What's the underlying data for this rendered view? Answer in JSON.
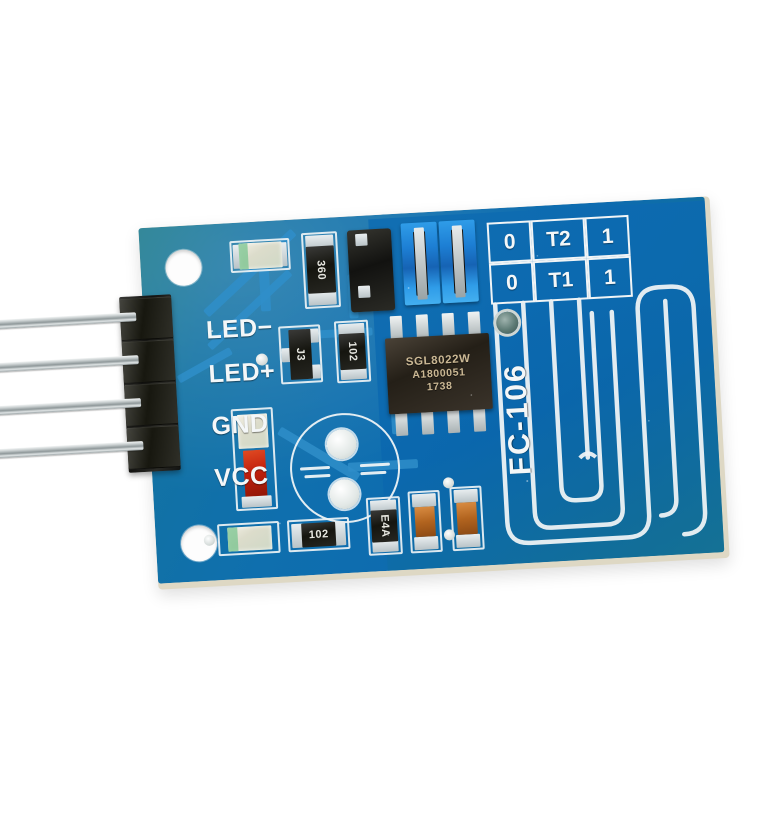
{
  "scene": {
    "subject": "FC-106 capacitive touch dimmer sensor module PCB",
    "background_color": "#ffffff",
    "board_color": "#0f6fae",
    "silkscreen_color": "#f4f7f8",
    "substrate_color": "#ded8c4"
  },
  "board": {
    "part_number": "FC-106",
    "pin_header": {
      "pin_count": 4,
      "labels": [
        "LED−",
        "LED+",
        "GND",
        "VCC"
      ]
    },
    "ic": {
      "line1": "SGL8022W",
      "line2": "A1800051",
      "line3": "1738",
      "package": "SOIC-8",
      "pin_count": 8
    },
    "dip_switch": {
      "switch_count": 2,
      "color": "#1d7fd4"
    },
    "truth_table": {
      "rows": [
        {
          "left": "0",
          "mid": "T2",
          "right": "1"
        },
        {
          "left": "0",
          "mid": "T1",
          "right": "1"
        }
      ]
    },
    "components": [
      {
        "name": "led-indicator-top",
        "marking": "",
        "type": "led-clear"
      },
      {
        "name": "resistor-360",
        "marking": "360",
        "type": "resistor"
      },
      {
        "name": "inductor-choke",
        "marking": "",
        "type": "choke"
      },
      {
        "name": "transistor-sot23",
        "marking": "J3",
        "type": "transistor"
      },
      {
        "name": "resistor-102-mid",
        "marking": "102",
        "type": "resistor"
      },
      {
        "name": "led-red",
        "marking": "",
        "type": "led-red"
      },
      {
        "name": "led-indicator-bottom",
        "marking": "",
        "type": "led-clear"
      },
      {
        "name": "resistor-102-bottom",
        "marking": "102",
        "type": "resistor"
      },
      {
        "name": "resistor-e4a",
        "marking": "E4A",
        "type": "resistor"
      },
      {
        "name": "capacitor-tan-1",
        "marking": "",
        "type": "capacitor"
      },
      {
        "name": "capacitor-tan-2",
        "marking": "",
        "type": "capacitor"
      }
    ],
    "mounting_holes": 2,
    "touch_pad": {
      "style": "serpentine-meander",
      "traces": 5
    }
  }
}
